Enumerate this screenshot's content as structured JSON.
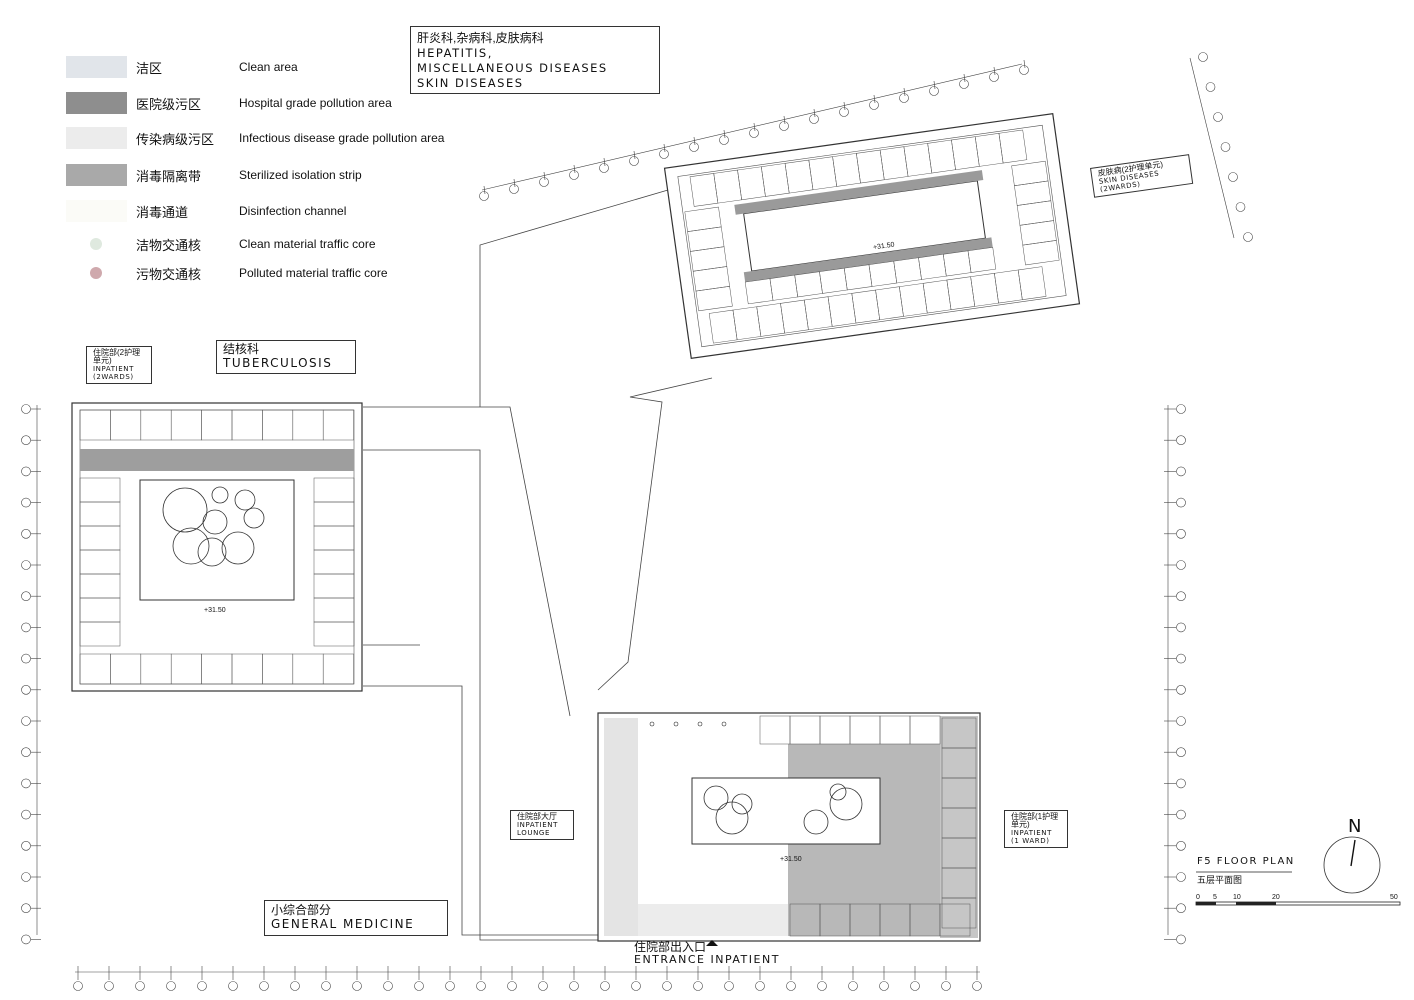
{
  "legend": [
    {
      "cn": "洁区",
      "en": "Clean area",
      "color": "#e1e5ea",
      "kind": "box"
    },
    {
      "cn": "医院级污区",
      "en": "Hospital grade pollution area",
      "color": "#8e8e8e",
      "kind": "box"
    },
    {
      "cn": "传染病级污区",
      "en": "Infectious disease grade pollution area",
      "color": "#ececec",
      "kind": "box"
    },
    {
      "cn": "消毒隔离带",
      "en": "Sterilized isolation strip",
      "color": "#a9a9a9",
      "kind": "box"
    },
    {
      "cn": "消毒通道",
      "en": "Disinfection channel",
      "color": "#fbfbf7",
      "kind": "box"
    },
    {
      "cn": "洁物交通核",
      "en": "Clean material traffic core",
      "color": "#dfe9df",
      "kind": "dot"
    },
    {
      "cn": "污物交通核",
      "en": "Polluted material traffic core",
      "color": "#cfa9ad",
      "kind": "dot"
    }
  ],
  "hepatitis": {
    "cn": "肝炎科,杂病科,皮肤病科",
    "line1": "Hepatitis,",
    "line2": "Miscellaneous Diseases",
    "line3": "Skin Diseases"
  },
  "skin_label": {
    "cn": "皮肤病(2护理单元)",
    "line1": "Skin Diseases",
    "line2": "(2Wards)"
  },
  "tb": {
    "cn": "结核科",
    "en": "Tuberculosis"
  },
  "tb_label": {
    "cn": "住院部(2护理单元)",
    "line1": "Inpatient",
    "line2": "(2Wards)"
  },
  "lounge_label": {
    "cn": "住院部大厅",
    "line1": "Inpatient",
    "line2": "Lounge"
  },
  "ward1_label": {
    "cn": "住院部(1护理单元)",
    "line1": "Inpatient",
    "line2": "(1 Ward)"
  },
  "general": {
    "cn": "小综合部分",
    "en": "General Medicine"
  },
  "entrance": {
    "cn": "住院部出入口",
    "en": "entrance Inpatient"
  },
  "elev": "+31.50",
  "floor": {
    "en": "F5 Floor plan",
    "cn": "五层平面图"
  },
  "north": "N",
  "scale": [
    "0",
    "5",
    "10",
    "20",
    "50"
  ],
  "colors": {
    "wall": "#3a3a3a",
    "iso": "#9a9a9a",
    "zone_grey": "#b8b8b8",
    "line": "#555555"
  }
}
